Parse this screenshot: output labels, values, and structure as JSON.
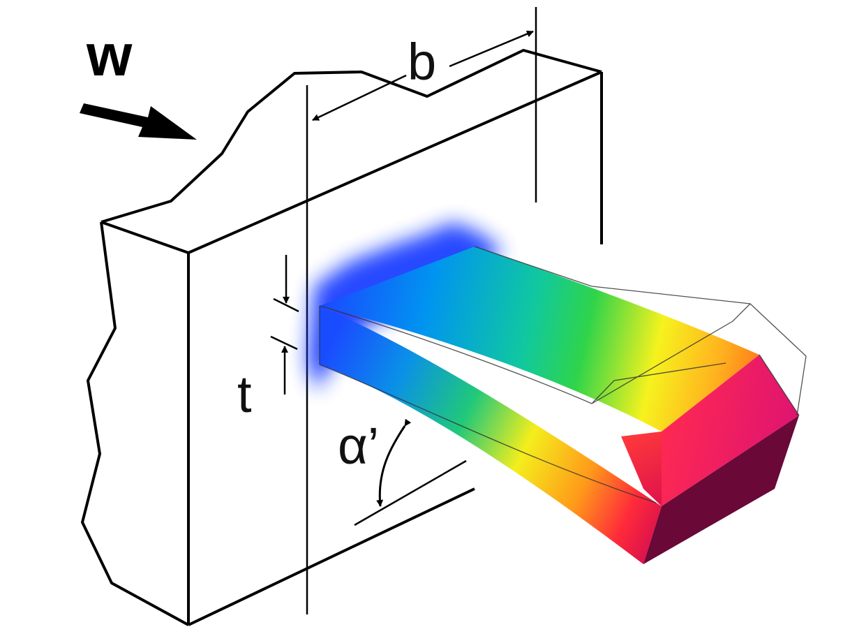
{
  "labels": {
    "w": "w",
    "b": "b",
    "t": "t",
    "alpha": "α’"
  },
  "colors": {
    "outline": "#000000",
    "arrow_navy": "#0a1240",
    "beam_root": "#1a4cff",
    "beam_mid_blue": "#00a8e0",
    "beam_green": "#29d04a",
    "beam_yellow": "#f6f21e",
    "beam_orange": "#ff8a1a",
    "beam_red": "#ff1e44",
    "beam_tip_magenta": "#e8146e",
    "beam_tip_dark": "#6a0838"
  }
}
